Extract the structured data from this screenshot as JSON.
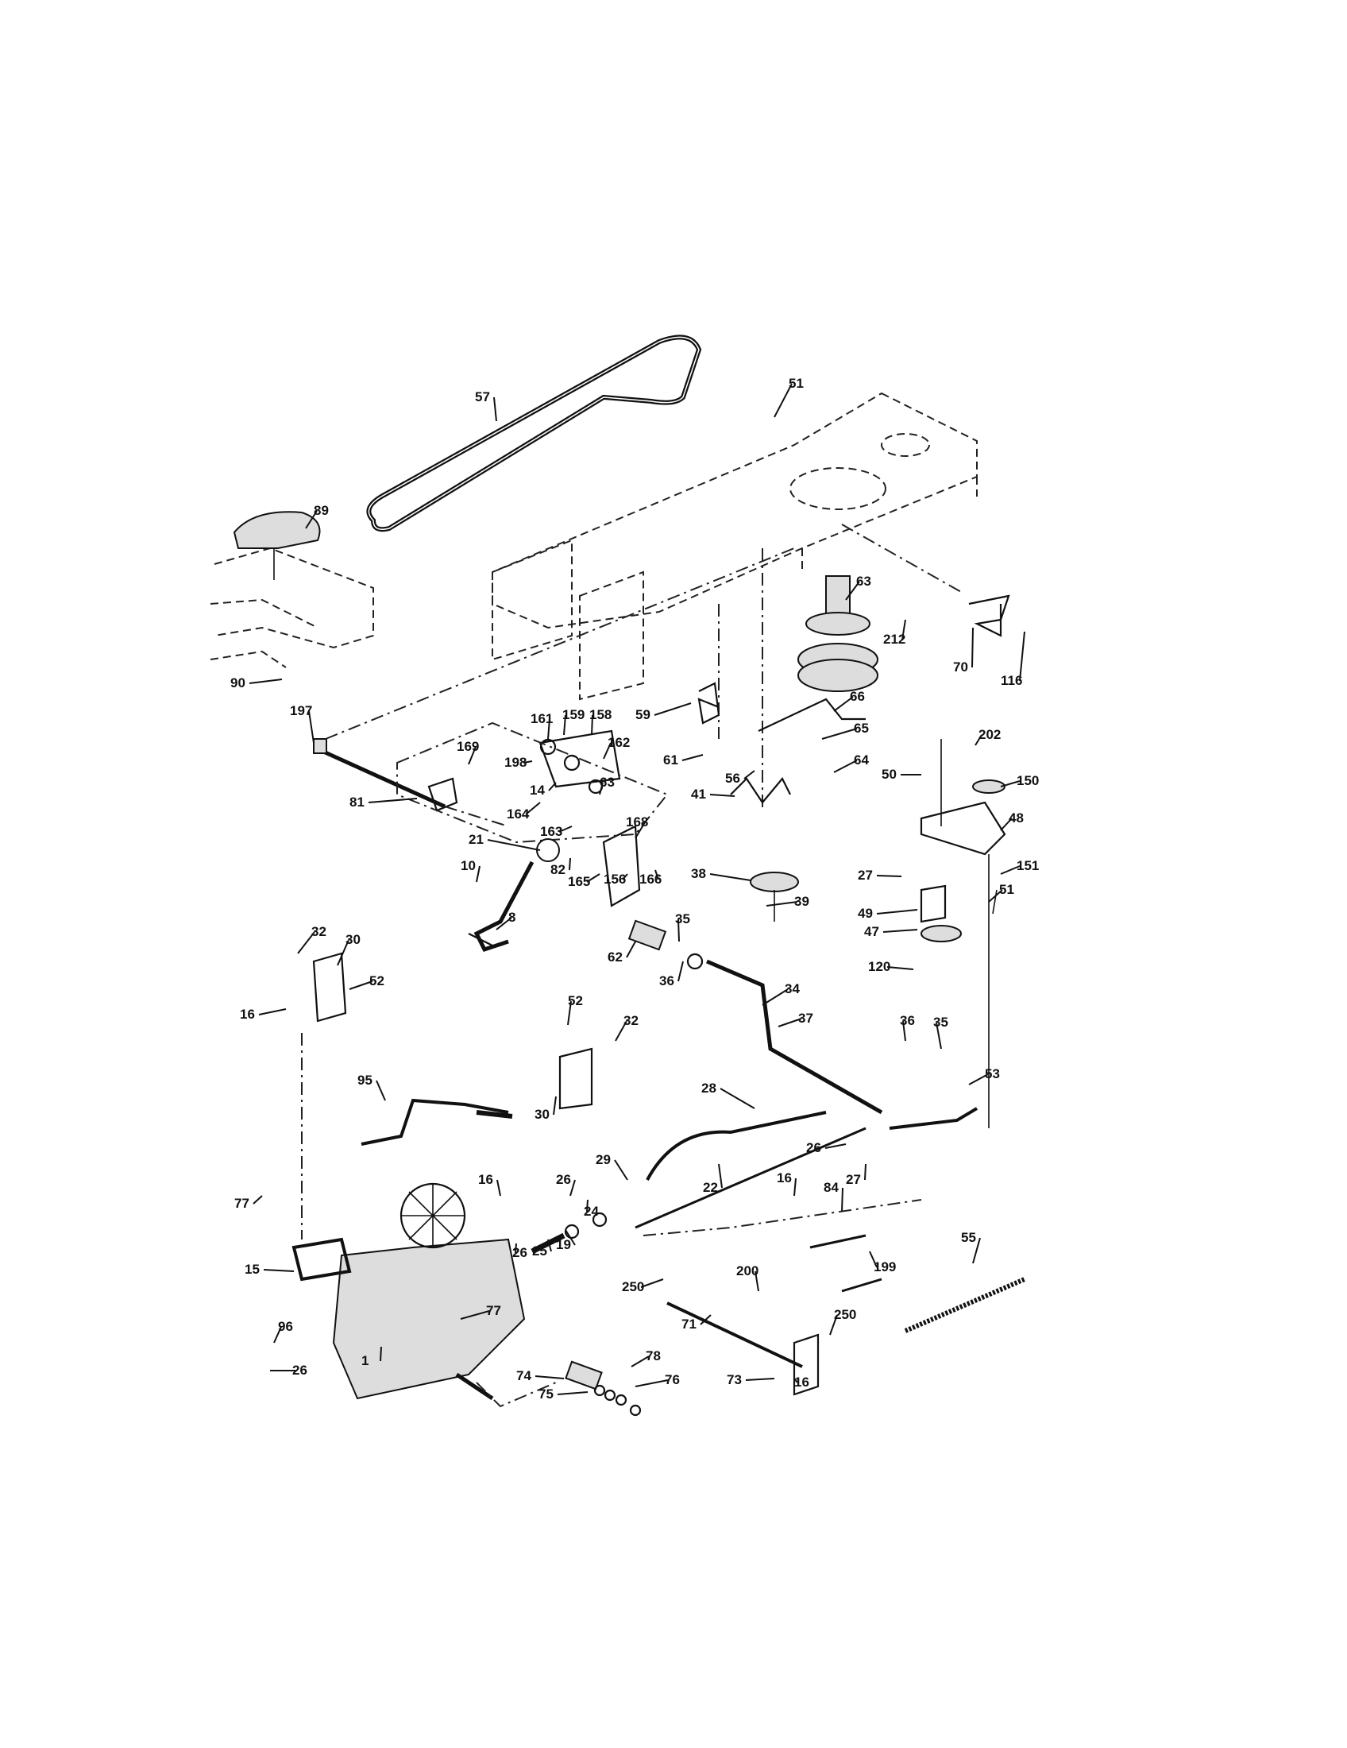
{
  "diagram": {
    "callouts": [
      {
        "id": "c57",
        "text": "57"
      },
      {
        "id": "c51a",
        "text": "51"
      },
      {
        "id": "c89",
        "text": "89"
      },
      {
        "id": "c63",
        "text": "63"
      },
      {
        "id": "c212",
        "text": "212"
      },
      {
        "id": "c70",
        "text": "70"
      },
      {
        "id": "c116",
        "text": "116"
      },
      {
        "id": "c90",
        "text": "90"
      },
      {
        "id": "c197",
        "text": "197"
      },
      {
        "id": "c59",
        "text": "59"
      },
      {
        "id": "c66",
        "text": "66"
      },
      {
        "id": "c65",
        "text": "65"
      },
      {
        "id": "c64",
        "text": "64"
      },
      {
        "id": "c61",
        "text": "61"
      },
      {
        "id": "c161",
        "text": "161"
      },
      {
        "id": "c159",
        "text": "159"
      },
      {
        "id": "c158",
        "text": "158"
      },
      {
        "id": "c169",
        "text": "169"
      },
      {
        "id": "c162",
        "text": "162"
      },
      {
        "id": "c198",
        "text": "198"
      },
      {
        "id": "c56",
        "text": "56"
      },
      {
        "id": "c202",
        "text": "202"
      },
      {
        "id": "c81",
        "text": "81"
      },
      {
        "id": "c14",
        "text": "14"
      },
      {
        "id": "c63b",
        "text": "63"
      },
      {
        "id": "c41",
        "text": "41"
      },
      {
        "id": "c50",
        "text": "50"
      },
      {
        "id": "c150",
        "text": "150"
      },
      {
        "id": "c164",
        "text": "164"
      },
      {
        "id": "c163",
        "text": "163"
      },
      {
        "id": "c168",
        "text": "168"
      },
      {
        "id": "c48",
        "text": "48"
      },
      {
        "id": "c21",
        "text": "21"
      },
      {
        "id": "c38",
        "text": "38"
      },
      {
        "id": "c82",
        "text": "82"
      },
      {
        "id": "c165",
        "text": "165"
      },
      {
        "id": "c156",
        "text": "156"
      },
      {
        "id": "c166",
        "text": "166"
      },
      {
        "id": "c27a",
        "text": "27"
      },
      {
        "id": "c151",
        "text": "151"
      },
      {
        "id": "c10",
        "text": "10"
      },
      {
        "id": "c51b",
        "text": "51"
      },
      {
        "id": "c39",
        "text": "39"
      },
      {
        "id": "c49",
        "text": "49"
      },
      {
        "id": "c8",
        "text": "8"
      },
      {
        "id": "c35a",
        "text": "35"
      },
      {
        "id": "c47",
        "text": "47"
      },
      {
        "id": "c32a",
        "text": "32"
      },
      {
        "id": "c30a",
        "text": "30"
      },
      {
        "id": "c62",
        "text": "62"
      },
      {
        "id": "c120",
        "text": "120"
      },
      {
        "id": "c36a",
        "text": "36"
      },
      {
        "id": "c52a",
        "text": "52"
      },
      {
        "id": "c34",
        "text": "34"
      },
      {
        "id": "c16a",
        "text": "16"
      },
      {
        "id": "c52b",
        "text": "52"
      },
      {
        "id": "c37",
        "text": "37"
      },
      {
        "id": "c32b",
        "text": "32"
      },
      {
        "id": "c36b",
        "text": "36"
      },
      {
        "id": "c35b",
        "text": "35"
      },
      {
        "id": "c95",
        "text": "95"
      },
      {
        "id": "c53",
        "text": "53"
      },
      {
        "id": "c28",
        "text": "28"
      },
      {
        "id": "c30b",
        "text": "30"
      },
      {
        "id": "c26a",
        "text": "26"
      },
      {
        "id": "c29",
        "text": "29"
      },
      {
        "id": "c16b",
        "text": "16"
      },
      {
        "id": "c26b",
        "text": "26"
      },
      {
        "id": "c27b",
        "text": "27"
      },
      {
        "id": "c16c",
        "text": "16"
      },
      {
        "id": "c22",
        "text": "22"
      },
      {
        "id": "c84",
        "text": "84"
      },
      {
        "id": "c77a",
        "text": "77"
      },
      {
        "id": "c24",
        "text": "24"
      },
      {
        "id": "c19",
        "text": "19"
      },
      {
        "id": "c55",
        "text": "55"
      },
      {
        "id": "c26c",
        "text": "26"
      },
      {
        "id": "c25",
        "text": "25"
      },
      {
        "id": "c199",
        "text": "199"
      },
      {
        "id": "c15",
        "text": "15"
      },
      {
        "id": "c200",
        "text": "200"
      },
      {
        "id": "c250a",
        "text": "250"
      },
      {
        "id": "c77b",
        "text": "77"
      },
      {
        "id": "c250b",
        "text": "250"
      },
      {
        "id": "c71",
        "text": "71"
      },
      {
        "id": "c96",
        "text": "96"
      },
      {
        "id": "c1",
        "text": "1"
      },
      {
        "id": "c78",
        "text": "78"
      },
      {
        "id": "c26d",
        "text": "26"
      },
      {
        "id": "c74",
        "text": "74"
      },
      {
        "id": "c76",
        "text": "76"
      },
      {
        "id": "c73",
        "text": "73"
      },
      {
        "id": "c16d",
        "text": "16"
      },
      {
        "id": "c75",
        "text": "75"
      }
    ]
  }
}
